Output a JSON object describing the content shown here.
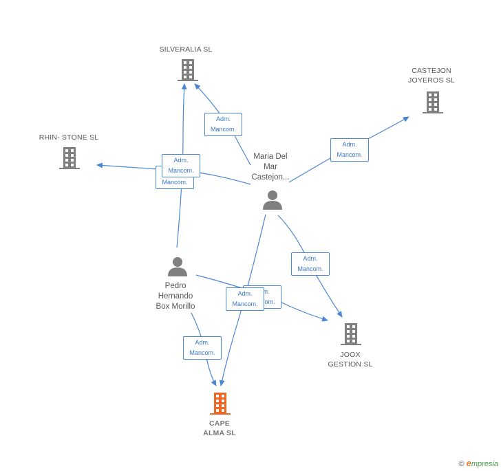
{
  "nodes": {
    "silveralia": {
      "label": "SILVERALIA  SL"
    },
    "castejon_joyeros": {
      "label": "CASTEJON\nJOYEROS  SL"
    },
    "rhin_stone": {
      "label": "RHIN- STONE SL"
    },
    "joox_gestion": {
      "label": "JOOX\nGESTION  SL"
    },
    "cape_alma": {
      "label": "CAPE\nALMA  SL"
    },
    "maria": {
      "label": "Maria Del\nMar\nCastejon..."
    },
    "pedro": {
      "label": "Pedro\nHernando\nBox Morillo"
    }
  },
  "edge_label": "Adm.\nMancom.",
  "colors": {
    "company": "#808080",
    "focus_company": "#f26522",
    "person": "#808080",
    "edge": "#4a86d4"
  },
  "brand": {
    "copyright": "©",
    "initial": "e",
    "name": "mpresia"
  }
}
